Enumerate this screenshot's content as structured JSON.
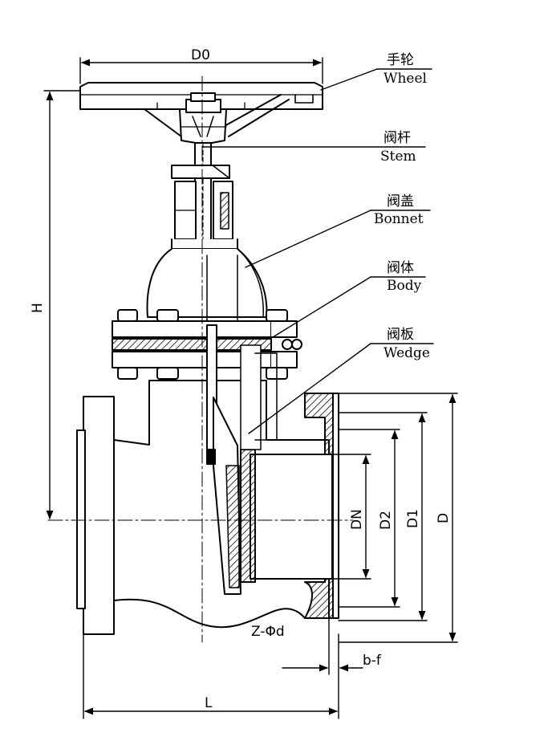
{
  "parts": [
    {
      "cn": "手轮",
      "en": "Wheel"
    },
    {
      "cn": "阀杆",
      "en": "Stem"
    },
    {
      "cn": "阀盖",
      "en": "Bonnet"
    },
    {
      "cn": "阀体",
      "en": "Body"
    },
    {
      "cn": "阀板",
      "en": "Wedge"
    }
  ],
  "dimensions": {
    "d0": "D0",
    "h": "H",
    "dn": "DN",
    "d2": "D2",
    "d1": "D1",
    "d": "D",
    "z_phi_d": "Z-Φd",
    "b_f": "b-f",
    "l": "L"
  }
}
